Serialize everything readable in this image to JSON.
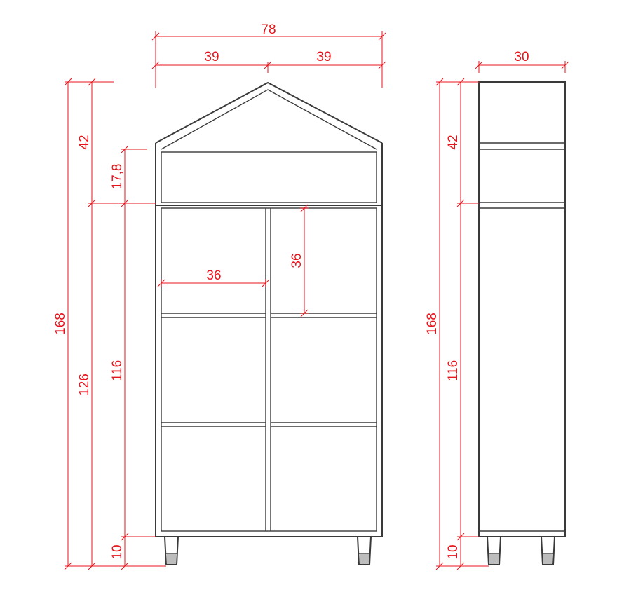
{
  "colors": {
    "dimension": "#e8141b",
    "outline": "#3a3a3a",
    "background": "#ffffff"
  },
  "front_view": {
    "overall_width": "78",
    "half_width_left": "39",
    "half_width_right": "39",
    "overall_height": "168",
    "roof_height": "42",
    "body_height": "126",
    "top_compartment_height": "17,8",
    "shelf_section_height": "116",
    "leg_height": "10",
    "cell_width": "36",
    "cell_height": "36"
  },
  "side_view": {
    "depth": "30",
    "overall_height": "168",
    "roof_height": "42",
    "shelf_section_height": "116",
    "leg_height": "10"
  }
}
